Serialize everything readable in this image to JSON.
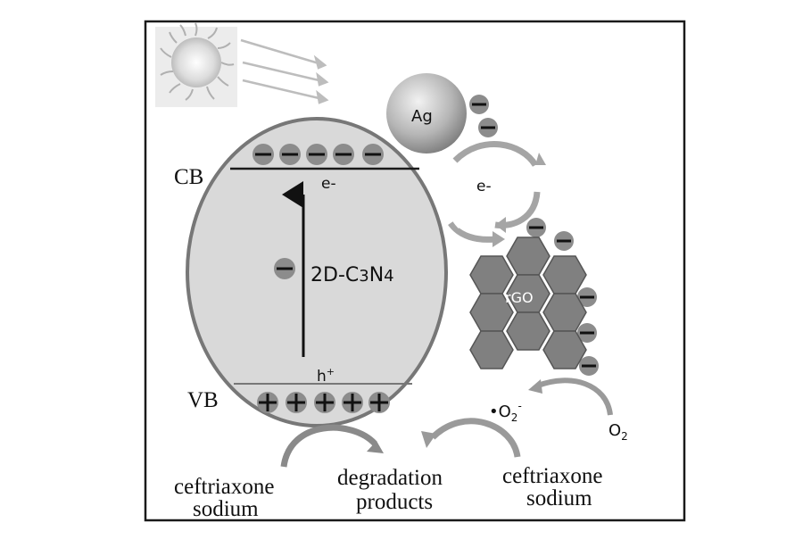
{
  "diagram": {
    "labels": {
      "cb": "CB",
      "vb": "VB",
      "ag": "Ag",
      "electron_cb": "e-",
      "electron_transfer": "e-",
      "hole": "h",
      "hole_sup": "+",
      "semiconductor_main": "2D-C",
      "semiconductor_sub1": "3",
      "semiconductor_mid": "N",
      "semiconductor_sub2": "4",
      "rgo": "rGO",
      "superoxide_main": "•O",
      "superoxide_sub": "2",
      "superoxide_sup": "-",
      "oxygen_main": "O",
      "oxygen_sub": "2",
      "left_reactant_line1": "ceftriaxone",
      "left_reactant_line2": "sodium",
      "product_line1": "degradation",
      "product_line2": "products",
      "right_reactant_line1": "ceftriaxone",
      "right_reactant_line2": "sodium"
    },
    "icons": [
      "sun-icon",
      "light-ray-arrow",
      "electron-icon",
      "hole-icon",
      "curved-arrow"
    ],
    "colors": {
      "frame": "#1a1a1a",
      "sphere_fill": "#d9d9d9",
      "sphere_stroke": "#777777",
      "particle": "#8c8c8c",
      "hexagon": "#808080",
      "arrow_gray": "#8a8a8a"
    }
  }
}
